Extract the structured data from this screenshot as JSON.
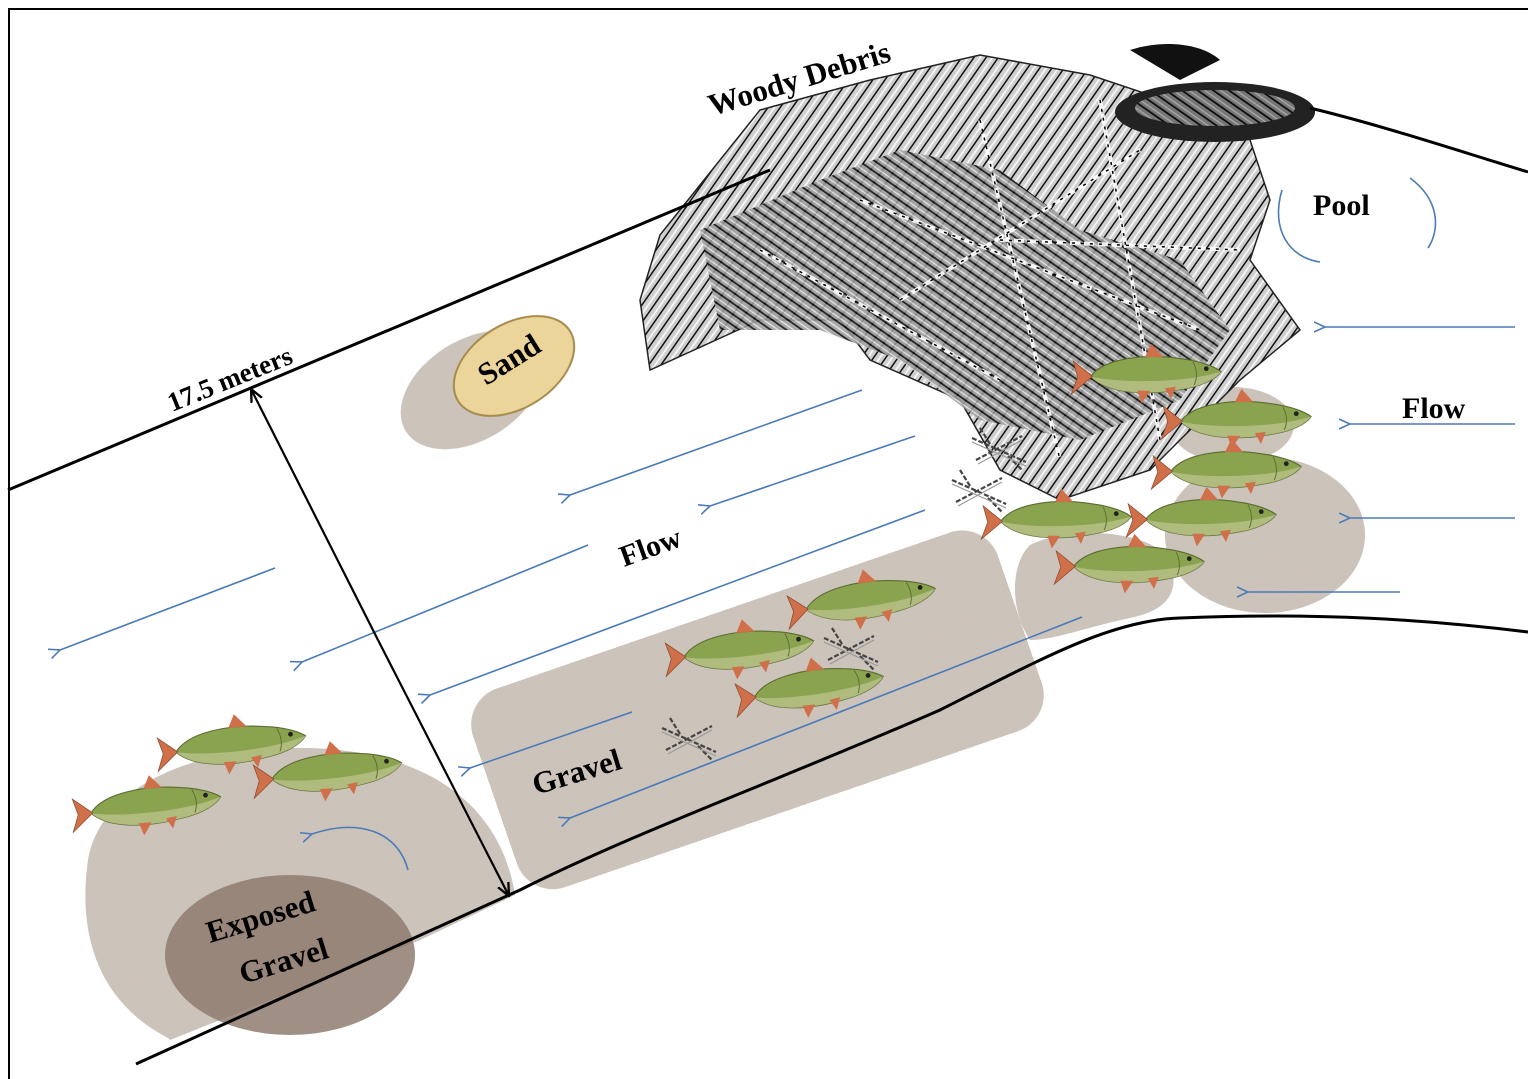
{
  "labels": {
    "woody_debris": "Woody Debris",
    "pool": "Pool",
    "flow_right": "Flow",
    "flow_center": "Flow",
    "width": "17.5 meters",
    "sand": "Sand",
    "gravel": "Gravel",
    "exposed_line1": "Exposed",
    "exposed_line2": "Gravel"
  },
  "colors": {
    "bank_line": "#000000",
    "flow_arrow": "#4a7ab8",
    "gravel": "#cfc6bd",
    "sand": "#ecd59a",
    "sand_border": "#a58a4c",
    "exposed_gravel": "#8f7b6e",
    "fish_body": "#8aa34f",
    "fish_fin": "#d0704a"
  },
  "icons": {
    "fish": "fish-icon",
    "debris": "woody-debris-icon",
    "twig": "twig-icon"
  }
}
